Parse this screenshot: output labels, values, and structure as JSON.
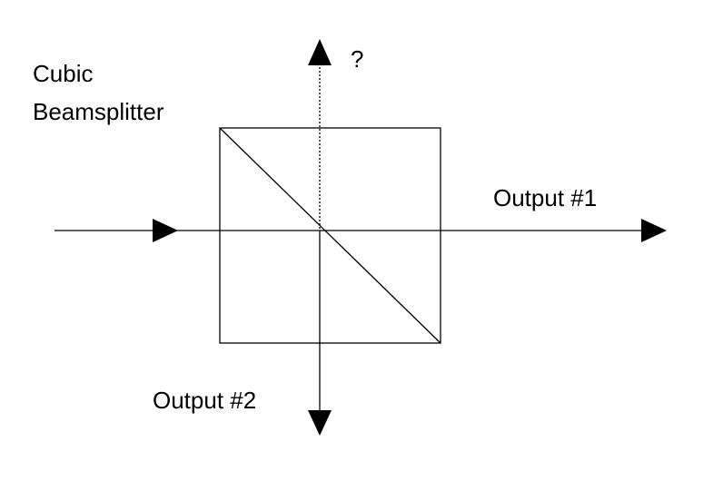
{
  "labels": {
    "splitter_line1": "Cubic",
    "splitter_line2": "Beamsplitter",
    "question": "?",
    "output1": "Output #1",
    "output2": "Output #2"
  },
  "colors": {
    "stroke": "#000000",
    "background": "#ffffff"
  }
}
